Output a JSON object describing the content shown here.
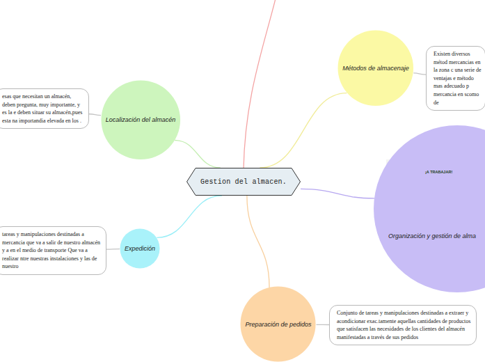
{
  "diagram": {
    "nodes": [
      {
        "text": [
          "Gestion del almacen."
        ]
      },
      {
        "text": [
          "Métodos de almacenaje"
        ]
      },
      {
        "text": [
          "Existen diversos métod mercancias en la zona c una serie de ventajas e método mas adecuado p mercancia en scomo de"
        ]
      },
      {
        "text": [
          "Localización del almacén"
        ]
      },
      {
        "text": [
          "esas que necesitan un almacén, deben pregunta, muy importante, y es la e deben situar su almacén,pues esta na importandia elevada en los ."
        ]
      },
      {
        "text": [
          "Organización y gestión de alma"
        ]
      },
      {
        "text": [
          "Expedición"
        ]
      },
      {
        "text": [
          "tareas y manipulaciones destinadas a mercancia que va a salir de nuestro almacén y a en el medio de transporte Que va a realizar ntre nuestras instalaciones y las de nuestro"
        ]
      },
      {
        "text": [
          "Preparación de pedidos"
        ]
      },
      {
        "text": [
          "Conjunto de tareas y manipulaciones destinadas a extraer y acondicionar exac.tamente aquellas cantidades de productos que satisfacen las necesidades de los clientes del almacén manifestadas a través de sus pedidos"
        ]
      }
    ],
    "edges": [
      {
        "from": 0,
        "to": 1,
        "arrow": "none"
      },
      {
        "from": 0,
        "to": 3,
        "arrow": "none"
      },
      {
        "from": 0,
        "to": 5,
        "arrow": "none"
      },
      {
        "from": 0,
        "to": 6,
        "arrow": "none"
      },
      {
        "from": 0,
        "to": 8,
        "arrow": "none"
      },
      {
        "from": 1,
        "to": 2,
        "arrow": "none"
      },
      {
        "from": 3,
        "to": 4,
        "arrow": "none"
      },
      {
        "from": 6,
        "to": 7,
        "arrow": "none"
      },
      {
        "from": 8,
        "to": 9,
        "arrow": "none"
      }
    ],
    "labels": [
      "¡A TRABAJAR!"
    ]
  }
}
